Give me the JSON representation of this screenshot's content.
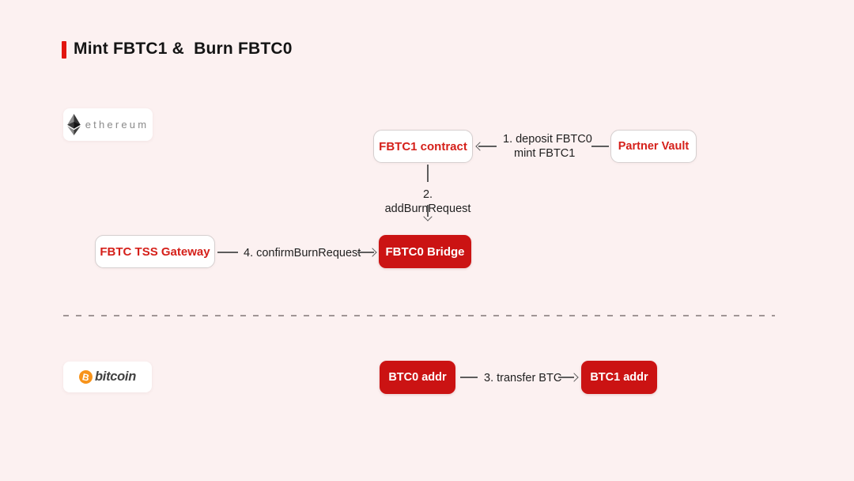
{
  "title": "Mint FBTC1 &  Burn FBTC0",
  "ethereum_badge": {
    "label": "ethereum"
  },
  "bitcoin_badge": {
    "label": "bitcoin",
    "symbol": "B"
  },
  "nodes": {
    "fbtc1_contract": "FBTC1 contract",
    "partner_vault": "Partner Vault",
    "fbtc_tss_gateway": "FBTC TSS Gateway",
    "fbtc0_bridge": "FBTC0 Bridge",
    "btc0_addr": "BTC0 addr",
    "btc1_addr": "BTC1 addr"
  },
  "steps": {
    "step1_line1": "1. deposit FBTC0",
    "step1_line2": "mint FBTC1",
    "step2": "2. addBurnRequest",
    "step3": "3. transfer BTC",
    "step4": "4. confirmBurnRequest"
  },
  "colors": {
    "background": "#FCF1F1",
    "node_fill_red": "#CB1313",
    "node_text_red": "#D5201A",
    "title_accent_red": "#E2150F",
    "connector_gray": "#5d5d5d",
    "bitcoin_orange": "#F7931A",
    "ethereum_text_gray": "#8a8a8a"
  }
}
